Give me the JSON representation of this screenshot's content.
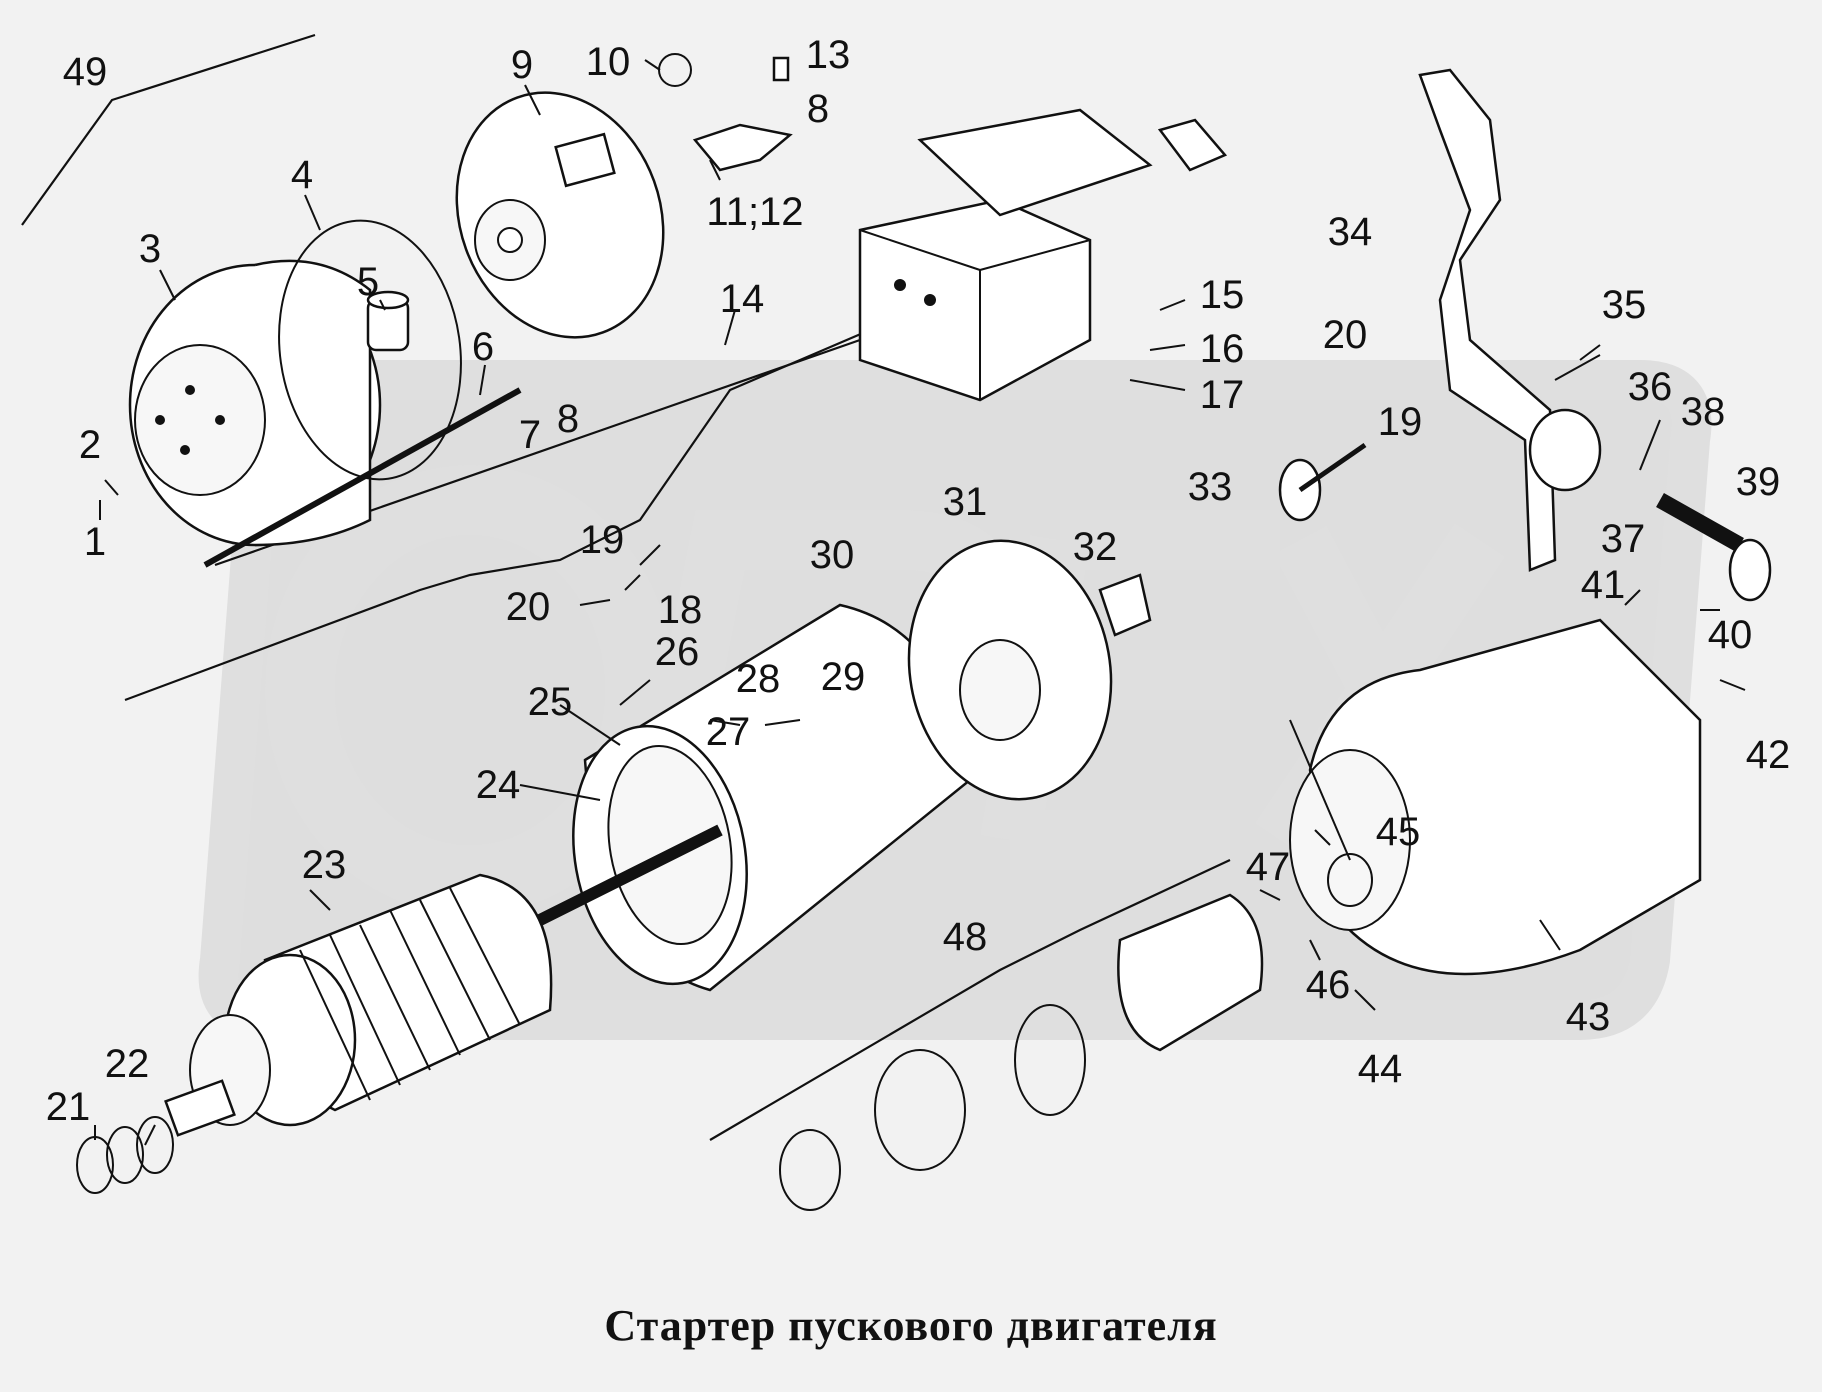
{
  "title": "Стартер пускового двигателя",
  "watermark": "OPEX",
  "colors": {
    "background": "#f2f2f2",
    "ink": "#111111",
    "watermark": "#dcdcdc"
  },
  "callouts": [
    {
      "id": "c1",
      "label": "1"
    },
    {
      "id": "c2",
      "label": "2"
    },
    {
      "id": "c3",
      "label": "3"
    },
    {
      "id": "c4",
      "label": "4"
    },
    {
      "id": "c5",
      "label": "5"
    },
    {
      "id": "c6",
      "label": "6"
    },
    {
      "id": "c7",
      "label": "7"
    },
    {
      "id": "c8a",
      "label": "8"
    },
    {
      "id": "c8b",
      "label": "8"
    },
    {
      "id": "c9",
      "label": "9"
    },
    {
      "id": "c10",
      "label": "10"
    },
    {
      "id": "c1112",
      "label": "11;12"
    },
    {
      "id": "c13",
      "label": "13"
    },
    {
      "id": "c14",
      "label": "14"
    },
    {
      "id": "c15",
      "label": "15"
    },
    {
      "id": "c16",
      "label": "16"
    },
    {
      "id": "c17",
      "label": "17"
    },
    {
      "id": "c18",
      "label": "18"
    },
    {
      "id": "c19a",
      "label": "19"
    },
    {
      "id": "c19b",
      "label": "19"
    },
    {
      "id": "c20a",
      "label": "20"
    },
    {
      "id": "c20b",
      "label": "20"
    },
    {
      "id": "c21",
      "label": "21"
    },
    {
      "id": "c22",
      "label": "22"
    },
    {
      "id": "c23",
      "label": "23"
    },
    {
      "id": "c24",
      "label": "24"
    },
    {
      "id": "c25",
      "label": "25"
    },
    {
      "id": "c26",
      "label": "26"
    },
    {
      "id": "c27",
      "label": "27"
    },
    {
      "id": "c28",
      "label": "28"
    },
    {
      "id": "c29",
      "label": "29"
    },
    {
      "id": "c30",
      "label": "30"
    },
    {
      "id": "c31",
      "label": "31"
    },
    {
      "id": "c32",
      "label": "32"
    },
    {
      "id": "c33",
      "label": "33"
    },
    {
      "id": "c34",
      "label": "34"
    },
    {
      "id": "c35",
      "label": "35"
    },
    {
      "id": "c36",
      "label": "36"
    },
    {
      "id": "c37",
      "label": "37"
    },
    {
      "id": "c38",
      "label": "38"
    },
    {
      "id": "c39",
      "label": "39"
    },
    {
      "id": "c40",
      "label": "40"
    },
    {
      "id": "c41",
      "label": "41"
    },
    {
      "id": "c42",
      "label": "42"
    },
    {
      "id": "c43",
      "label": "43"
    },
    {
      "id": "c44",
      "label": "44"
    },
    {
      "id": "c45",
      "label": "45"
    },
    {
      "id": "c46",
      "label": "46"
    },
    {
      "id": "c47",
      "label": "47"
    },
    {
      "id": "c48",
      "label": "48"
    },
    {
      "id": "c49",
      "label": "49"
    }
  ]
}
